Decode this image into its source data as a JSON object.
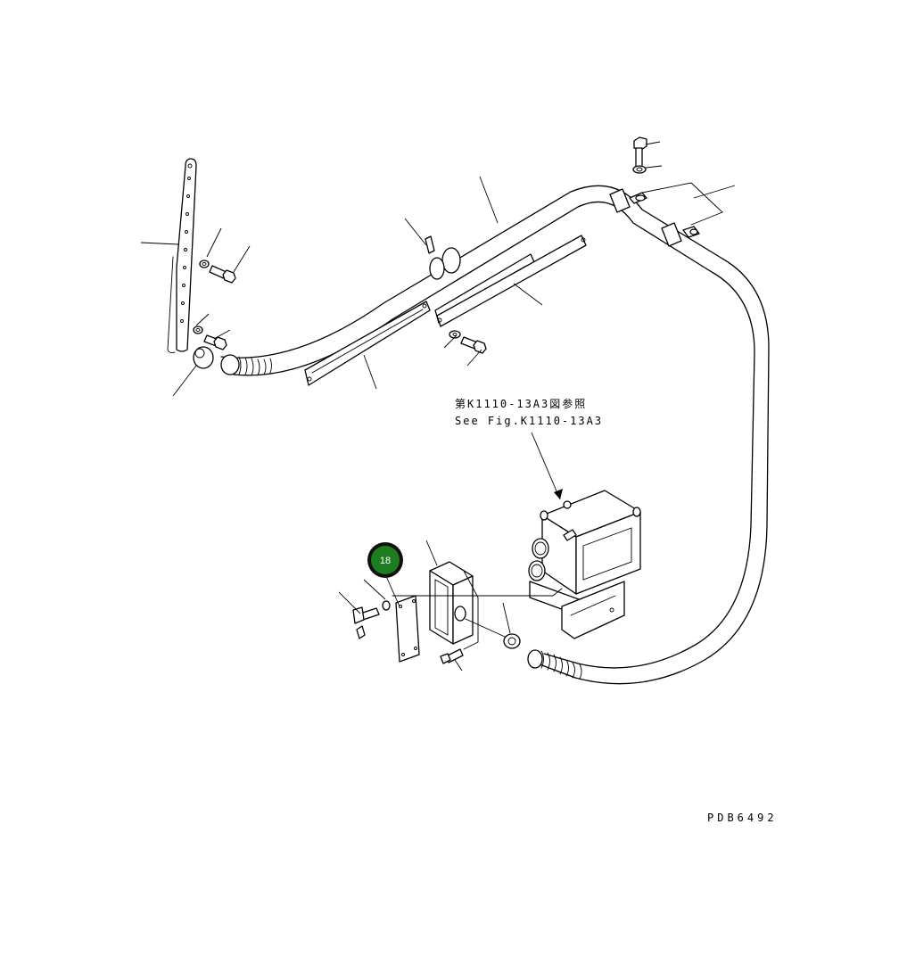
{
  "reference_note": {
    "jp": "第K1110-13A3図参照",
    "en": "See Fig.K1110-13A3"
  },
  "drawing_id": "PDB6492",
  "callout": {
    "number": "18",
    "color": "#1e7d1e"
  }
}
